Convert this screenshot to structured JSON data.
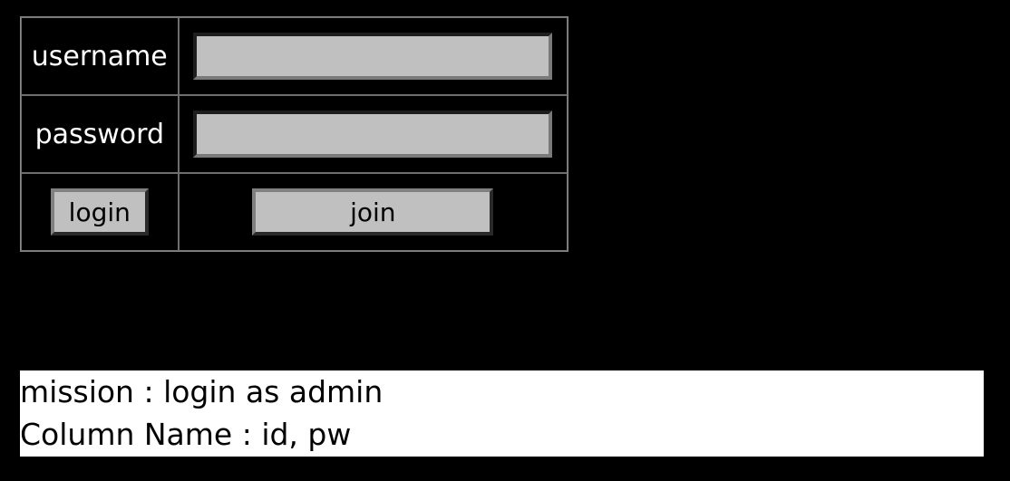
{
  "login_form": {
    "username_label": "username",
    "username_value": "",
    "password_label": "password",
    "password_value": "",
    "login_button": "login",
    "join_button": "join"
  },
  "mission": {
    "line1": "mission : login as admin",
    "line2": "Column Name : id, pw"
  }
}
